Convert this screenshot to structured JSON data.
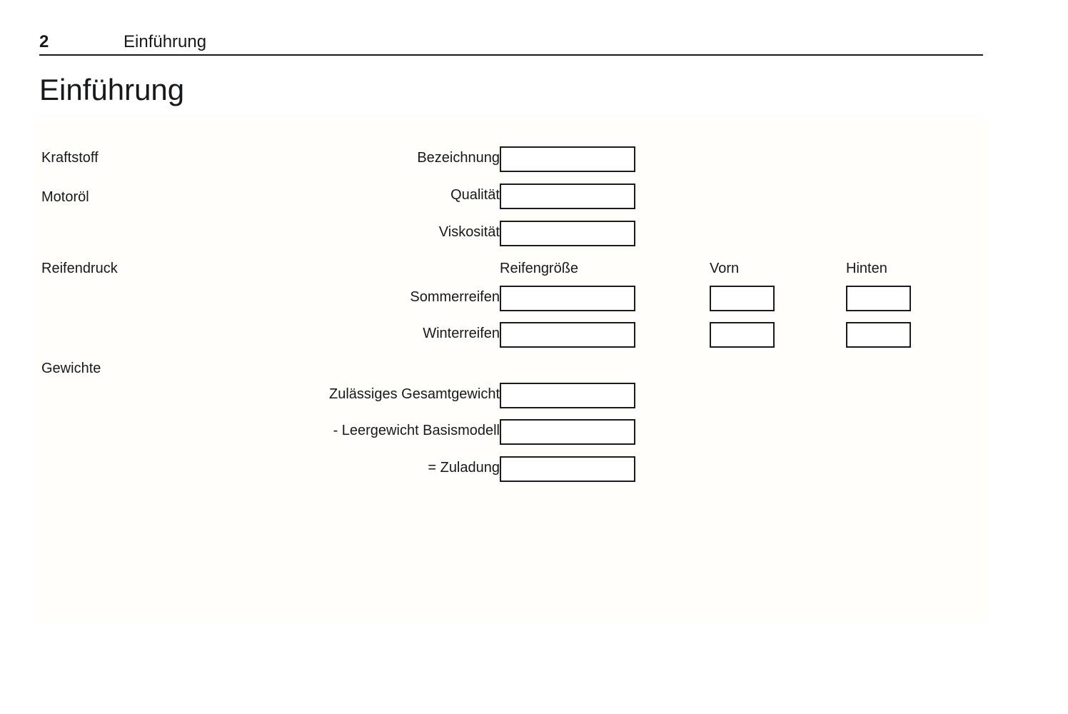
{
  "header": {
    "page_number": "2",
    "chapter": "Einführung"
  },
  "title": "Einführung",
  "sections": [
    {
      "id": "kraftstoff",
      "label": "Kraftstoff"
    },
    {
      "id": "motoroel",
      "label": "Motoröl"
    },
    {
      "id": "reifendruck",
      "label": "Reifendruck"
    },
    {
      "id": "gewichte",
      "label": "Gewichte"
    }
  ],
  "column_headers": {
    "tyre_size": "Reifengröße",
    "front": "Vorn",
    "rear": "Hinten"
  },
  "fields": [
    {
      "id": "bezeichnung",
      "label": "Bezeichnung",
      "value": "",
      "placeholder": ""
    },
    {
      "id": "qualitaet",
      "label": "Qualität",
      "value": "",
      "placeholder": ""
    },
    {
      "id": "viskositaet",
      "label": "Viskosität",
      "value": "",
      "placeholder": ""
    },
    {
      "id": "sommerreifen",
      "label": "Sommerreifen",
      "value": "",
      "placeholder": ""
    },
    {
      "id": "winterreifen",
      "label": "Winterreifen",
      "value": "",
      "placeholder": ""
    },
    {
      "id": "zulaessiges-gesamtgewicht",
      "label": "Zulässiges Gesamtgewicht",
      "value": "",
      "placeholder": ""
    },
    {
      "id": "leergewicht-basismodell",
      "label": "- Leergewicht Basismodell",
      "value": "",
      "placeholder": ""
    },
    {
      "id": "zuladung",
      "label": "= Zuladung",
      "value": "",
      "placeholder": ""
    }
  ],
  "tyre_pressure_values": {
    "sommerreifen_vorn": "",
    "sommerreifen_hinten": "",
    "winterreifen_vorn": "",
    "winterreifen_hinten": ""
  },
  "colors": {
    "text": "#16191c",
    "rule": "#16191c",
    "box_border": "#1b1b1b",
    "panel_background": "#fffefa",
    "page_background": "#ffffff"
  }
}
